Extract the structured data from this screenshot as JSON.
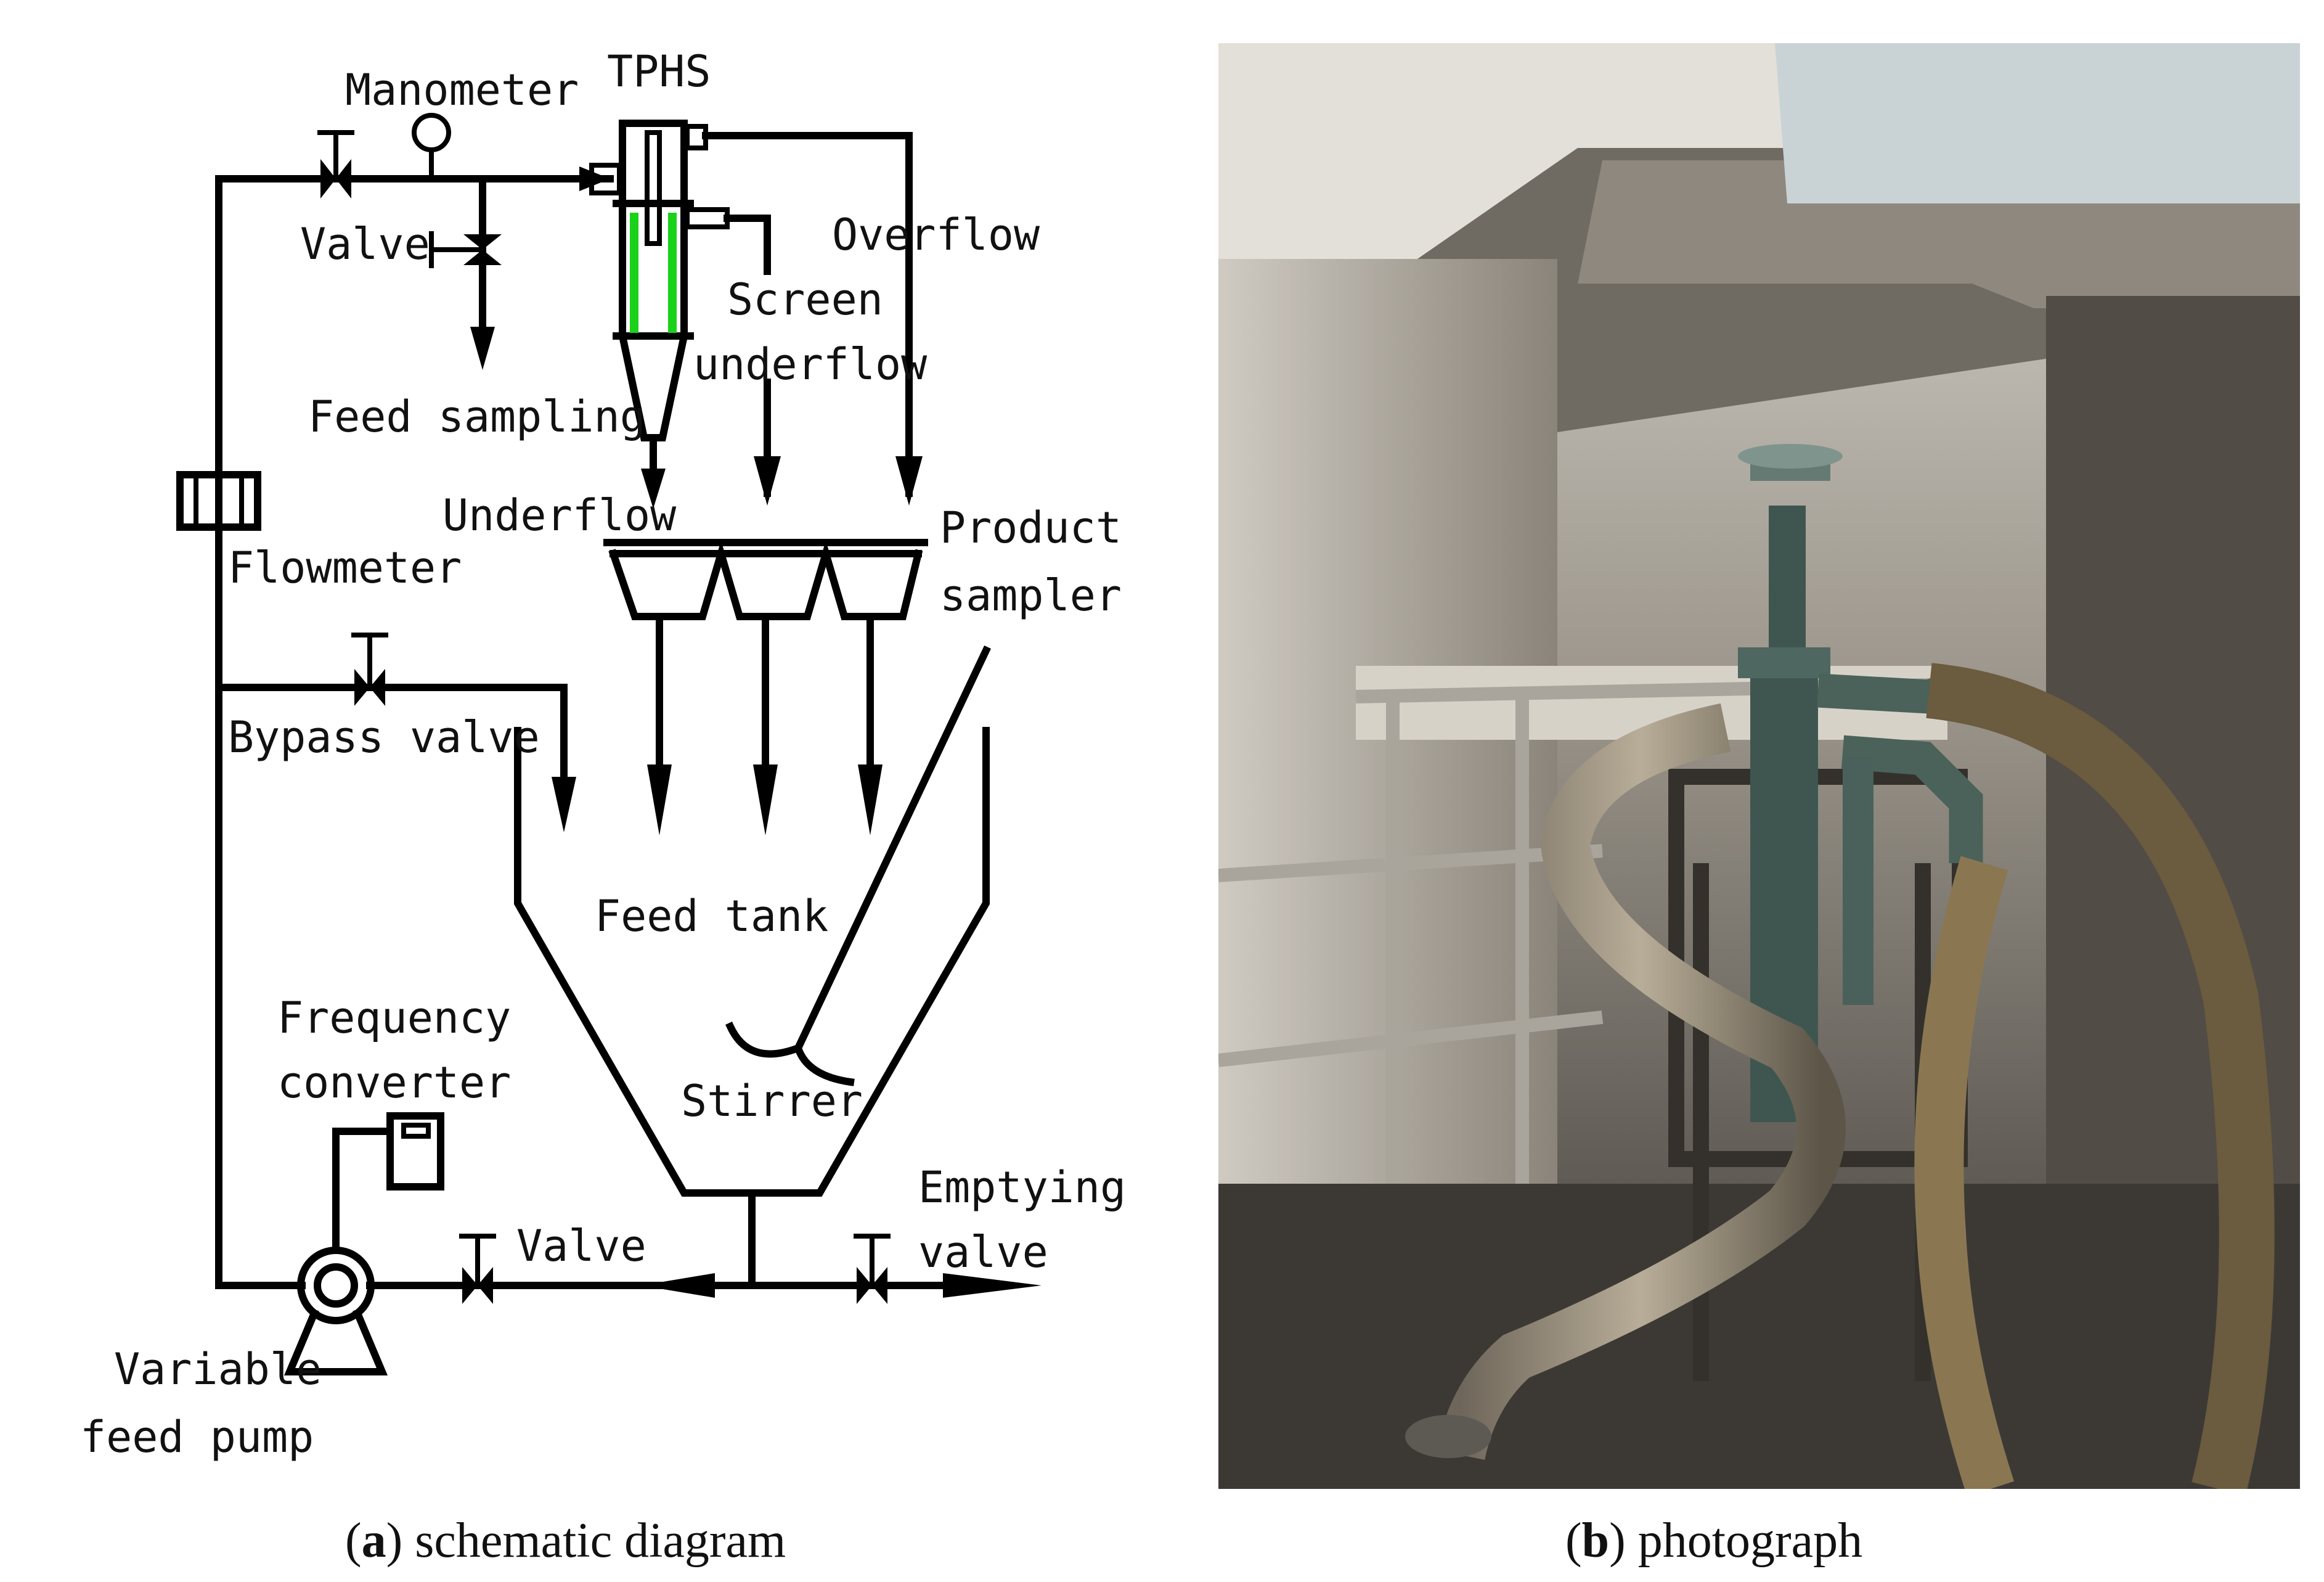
{
  "schematic": {
    "labels": {
      "manometer": "Manometer",
      "tphs": "TPHS",
      "valve_top": "Valve",
      "overflow": "Overflow",
      "screen": "Screen",
      "underflow_screen": "underflow",
      "feed_sampling": "Feed sampling",
      "underflow": "Underflow",
      "product": "Product",
      "sampler": "sampler",
      "flowmeter": "Flowmeter",
      "bypass_valve": "Bypass valve",
      "feed_tank": "Feed tank",
      "frequency": "Frequency",
      "converter": "converter",
      "stirrer": "Stirrer",
      "emptying": "Emptying",
      "emptying_valve": "valve",
      "valve_bottom": "Valve",
      "variable": "Variable",
      "feed_pump": "feed pump"
    },
    "accent_color": "#19d219"
  },
  "captions": {
    "a_letter": "a",
    "a_text": " schematic diagram",
    "b_letter": "b",
    "b_text": " photograph"
  }
}
